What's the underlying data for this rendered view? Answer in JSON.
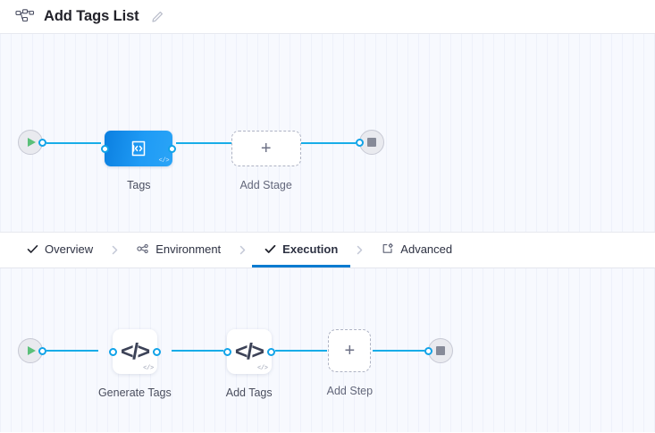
{
  "header": {
    "icon": "pipeline-icon",
    "title": "Add Tags List",
    "edit_icon": "pencil-icon"
  },
  "stage_canvas": {
    "start_node": {
      "icon": "play-icon",
      "name": "start"
    },
    "end_node": {
      "icon": "stop-icon",
      "name": "end"
    },
    "stages": [
      {
        "label": "Tags",
        "icon": "code-file-icon",
        "badge": "</>",
        "type": "stage"
      }
    ],
    "add_stage": {
      "label": "Add Stage",
      "icon": "plus-icon"
    }
  },
  "tabs": [
    {
      "label": "Overview",
      "icon": "check-icon",
      "active": false
    },
    {
      "label": "Environment",
      "icon": "environment-icon",
      "active": false
    },
    {
      "label": "Execution",
      "icon": "check-icon",
      "active": true
    },
    {
      "label": "Advanced",
      "icon": "advanced-icon",
      "active": false
    }
  ],
  "execution_canvas": {
    "start_node": {
      "icon": "play-icon",
      "name": "start"
    },
    "end_node": {
      "icon": "stop-icon",
      "name": "end"
    },
    "steps": [
      {
        "label": "Generate Tags",
        "icon": "code-icon",
        "code_glyph": "</>",
        "badge": "</>"
      },
      {
        "label": "Add Tags",
        "icon": "code-icon",
        "code_glyph": "</>",
        "badge": "</>"
      }
    ],
    "add_step": {
      "label": "Add Step",
      "icon": "plus-icon"
    }
  },
  "colors": {
    "accent_blue": "#0b7bd0",
    "link_blue": "#18ade8",
    "stage_blue": "#1f9bf5",
    "play_green": "#5bc079",
    "canvas_bg": "#f7f9fe"
  }
}
